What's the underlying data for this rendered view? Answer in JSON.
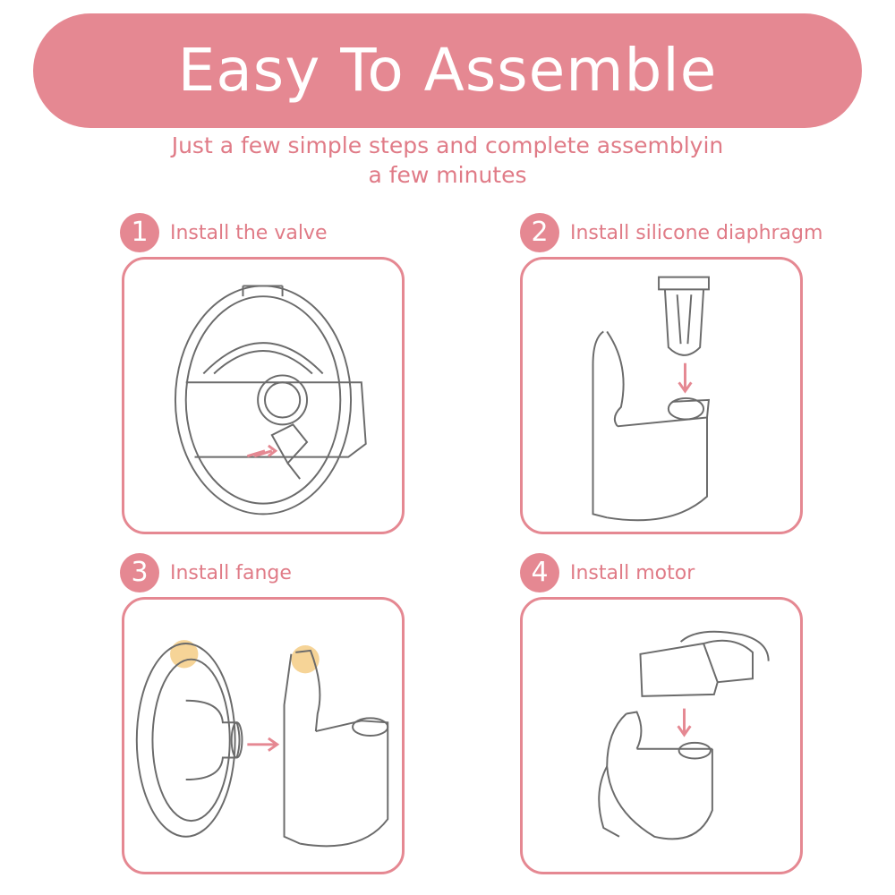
{
  "header": {
    "title": "Easy To Assemble",
    "subtitle_line1": "Just a few simple steps and complete assemblyin",
    "subtitle_line2": "a few minutes"
  },
  "steps": [
    {
      "number": "1",
      "label": "Install the valve"
    },
    {
      "number": "2",
      "label": "Install silicone diaphragm"
    },
    {
      "number": "3",
      "label": "Install fange"
    },
    {
      "number": "4",
      "label": "Install motor"
    }
  ],
  "colors": {
    "accent": "#e58892",
    "accent_text": "#e07b87",
    "line_art": "#6b6b6b",
    "arrow": "#e58892",
    "highlight": "#f2c26b"
  },
  "icons": {
    "step1": "valve-install-illustration",
    "step2": "diaphragm-install-illustration",
    "step3": "flange-install-illustration",
    "step4": "motor-install-illustration"
  }
}
